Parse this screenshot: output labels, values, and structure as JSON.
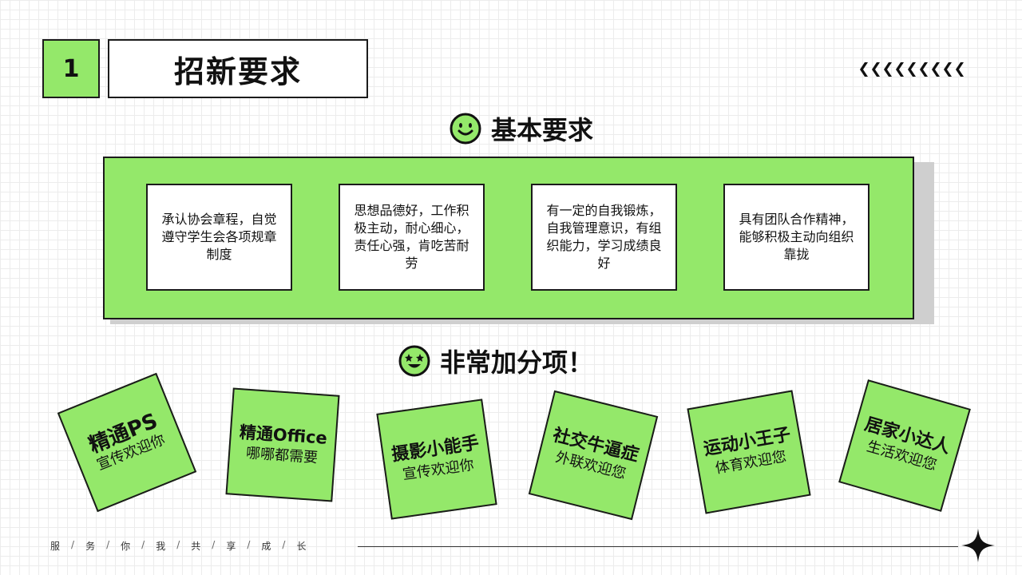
{
  "header": {
    "number": "1",
    "title": "招新要求"
  },
  "basic": {
    "heading": "基本要求",
    "items": [
      "承认协会章程，自觉遵守学生会各项规章制度",
      "思想品德好，工作积极主动，耐心细心，责任心强，肯吃苦耐劳",
      "有一定的自我锻炼，自我管理意识，有组织能力，学习成绩良好",
      "具有团队合作精神，能够积极主动向组织靠拢"
    ]
  },
  "bonus": {
    "heading": "非常加分项！",
    "notes": [
      {
        "title": "精通PS",
        "subtitle": "宣传欢迎你",
        "icon": ""
      },
      {
        "title": "精通Office",
        "subtitle": "哪哪都需要"
      },
      {
        "title": "摄影小能手",
        "subtitle": "宣传欢迎你"
      },
      {
        "title": "社交牛逼症",
        "subtitle": "外联欢迎您"
      },
      {
        "title": "运动小王子",
        "subtitle": "体育欢迎您"
      },
      {
        "title": "居家小达人",
        "subtitle": "生活欢迎您"
      }
    ]
  },
  "footer": {
    "chars": [
      "服",
      "务",
      "你",
      "我",
      "共",
      "享",
      "成",
      "长"
    ]
  },
  "icons": {
    "smile": "smile-icon",
    "starstruck": "star-eyes-face-icon",
    "sparkle": "sparkle-star-icon",
    "chevrons": "chevron-left-icon"
  },
  "colors": {
    "accent": "#94e86a",
    "outline": "#1b1b1b",
    "background": "#ffffff"
  }
}
